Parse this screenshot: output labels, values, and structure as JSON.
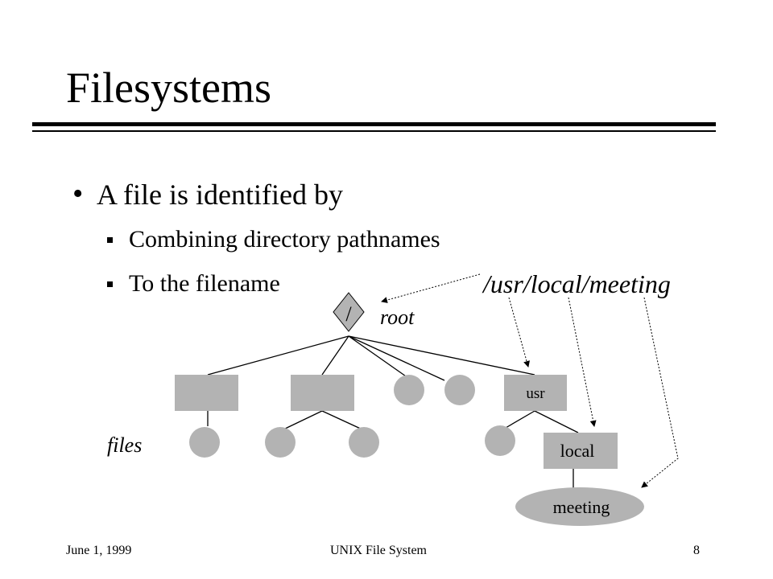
{
  "slide": {
    "title": "Filesystems",
    "bullet": "A file is identified by",
    "sub_bullets": [
      "Combining directory pathnames",
      "To the filename"
    ],
    "path_example": "/usr/local/meeting"
  },
  "diagram": {
    "root_symbol": "/",
    "root_label": "root",
    "files_label": "files",
    "usr_label": "usr",
    "local_label": "local",
    "meeting_label": "meeting",
    "node_color": "#b3b3b3"
  },
  "footer": {
    "date": "June 1, 1999",
    "course": "UNIX File System",
    "page": "8"
  }
}
